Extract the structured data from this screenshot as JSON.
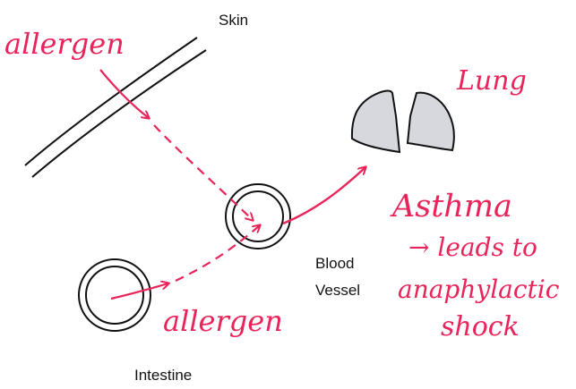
{
  "labels": {
    "skin": "Skin",
    "blood_vessel_line1": "Blood",
    "blood_vessel_line2": "Vessel",
    "intestine": "Intestine"
  },
  "annotations": {
    "allergen_skin": "allergen",
    "allergen_intestine": "allergen",
    "lung": "Lung",
    "asthma": "Asthma",
    "leads_to": "→ leads to",
    "anaphylactic": "anaphylactic",
    "shock": "shock"
  },
  "colors": {
    "ink": "#111111",
    "annotation": "#e8245a",
    "lung_fill": "#d6d8de"
  }
}
